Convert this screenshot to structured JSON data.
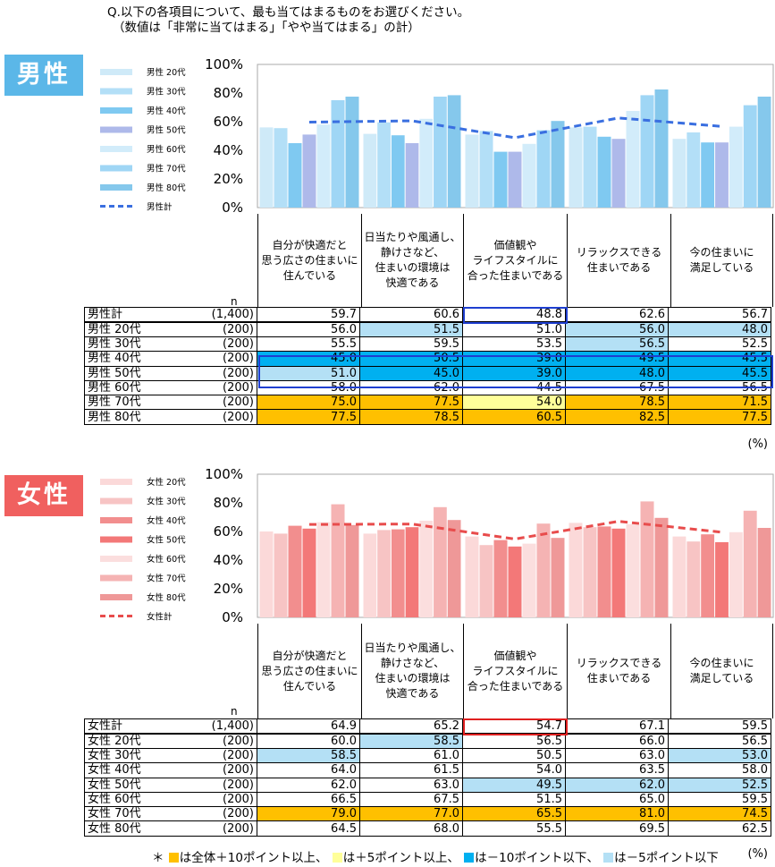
{
  "question": {
    "line1": "Q.以下の各項目について、最も当てはまるものをお選びください。",
    "line2": "（数値は「非常に当てはまる」「やや当てはまる」の計）"
  },
  "columns": [
    "自分が快適だと\n思う広さの住まいに\n住んでいる",
    "日当たりや風通し、\n静けさなど、\n住まいの環境は\n快適である",
    "価値観や\nライフスタイルに\n合った住まいである",
    "リラックスできる\n住まいである",
    "今の住まいに\n満足している"
  ],
  "n_label": "n",
  "unit": "(%)",
  "colors": {
    "highlight_plus10": "#ffc000",
    "highlight_plus5": "#ffff99",
    "highlight_minus10": "#00b0f0",
    "highlight_minus5": "#b4e0f5",
    "male_badge": "#5bb7e8",
    "female_badge": "#f0605f",
    "male_total_line": "#3a6fe0",
    "female_total_line": "#e84c4c"
  },
  "footnote": {
    "star": "＊",
    "t1": "は全体＋10ポイント以上、",
    "t2": "は＋5ポイント以上、",
    "t3": "は－10ポイント以下、",
    "t4": "は－5ポイント以下",
    "unit": "(%)"
  },
  "chart_data": [
    {
      "type": "bar",
      "panel": "男性",
      "ylim": [
        0,
        100
      ],
      "yticks": [
        "0%",
        "20%",
        "40%",
        "60%",
        "80%",
        "100%"
      ],
      "grid": false,
      "legend": "left",
      "categories": [
        "自分が快適だと思う広さの住まいに住んでいる",
        "日当たりや風通し、静けさなど、住まいの環境は快適である",
        "価値観やライフスタイルに合った住まいである",
        "リラックスできる住まいである",
        "今の住まいに満足している"
      ],
      "series": [
        {
          "name": "男性 20代",
          "color": "#cfeaf8",
          "values": [
            56.0,
            51.5,
            51.0,
            56.0,
            48.0
          ]
        },
        {
          "name": "男性 30代",
          "color": "#b3dff7",
          "values": [
            55.5,
            59.5,
            53.5,
            56.5,
            52.5
          ]
        },
        {
          "name": "男性 40代",
          "color": "#7fc9f1",
          "values": [
            45.0,
            50.5,
            39.0,
            49.5,
            45.5
          ]
        },
        {
          "name": "男性 50代",
          "color": "#aeb9ea",
          "values": [
            51.0,
            45.0,
            39.0,
            48.0,
            45.5
          ]
        },
        {
          "name": "男性 60代",
          "color": "#d2ecfa",
          "values": [
            58.0,
            62.0,
            44.5,
            67.5,
            56.5
          ]
        },
        {
          "name": "男性 70代",
          "color": "#9fd6f5",
          "values": [
            75.0,
            77.5,
            54.0,
            78.5,
            71.5
          ]
        },
        {
          "name": "男性 80代",
          "color": "#85c8ec",
          "values": [
            77.5,
            78.5,
            60.5,
            82.5,
            77.5
          ]
        }
      ],
      "total": {
        "name": "男性計",
        "color": "#3a6fe0",
        "values": [
          59.7,
          60.6,
          48.8,
          62.6,
          56.7
        ]
      },
      "table": {
        "rows": [
          {
            "label": "男性計",
            "n": "(1,400)",
            "values": [
              "59.7",
              "60.6",
              "48.8",
              "62.6",
              "56.7"
            ],
            "hl": [
              "",
              "",
              "",
              "",
              ""
            ]
          },
          {
            "label": "男性 20代",
            "n": "(200)",
            "values": [
              "56.0",
              "51.5",
              "51.0",
              "56.0",
              "48.0"
            ],
            "hl": [
              "",
              "c-lblue",
              "",
              "c-lblue",
              "c-lblue"
            ]
          },
          {
            "label": "男性 30代",
            "n": "(200)",
            "values": [
              "55.5",
              "59.5",
              "53.5",
              "56.5",
              "52.5"
            ],
            "hl": [
              "",
              "",
              "",
              "c-lblue",
              ""
            ]
          },
          {
            "label": "男性 40代",
            "n": "(200)",
            "values": [
              "45.0",
              "50.5",
              "39.0",
              "49.5",
              "45.5"
            ],
            "hl": [
              "c-blue",
              "c-blue",
              "c-blue",
              "c-blue",
              "c-blue"
            ]
          },
          {
            "label": "男性 50代",
            "n": "(200)",
            "values": [
              "51.0",
              "45.0",
              "39.0",
              "48.0",
              "45.5"
            ],
            "hl": [
              "c-lblue",
              "c-blue",
              "c-blue",
              "c-blue",
              "c-blue"
            ]
          },
          {
            "label": "男性 60代",
            "n": "(200)",
            "values": [
              "58.0",
              "62.0",
              "44.5",
              "67.5",
              "56.5"
            ],
            "hl": [
              "",
              "",
              "",
              "",
              ""
            ]
          },
          {
            "label": "男性 70代",
            "n": "(200)",
            "values": [
              "75.0",
              "77.5",
              "54.0",
              "78.5",
              "71.5"
            ],
            "hl": [
              "c-orange",
              "c-orange",
              "c-yellow",
              "c-orange",
              "c-orange"
            ]
          },
          {
            "label": "男性 80代",
            "n": "(200)",
            "values": [
              "77.5",
              "78.5",
              "60.5",
              "82.5",
              "77.5"
            ],
            "hl": [
              "c-orange",
              "c-orange",
              "c-orange",
              "c-orange",
              "c-orange"
            ]
          }
        ]
      }
    },
    {
      "type": "bar",
      "panel": "女性",
      "ylim": [
        0,
        100
      ],
      "yticks": [
        "0%",
        "20%",
        "40%",
        "60%",
        "80%",
        "100%"
      ],
      "grid": false,
      "legend": "left",
      "categories": [
        "自分が快適だと思う広さの住まいに住んでいる",
        "日当たりや風通し、静けさなど、住まいの環境は快適である",
        "価値観やライフスタイルに合った住まいである",
        "リラックスできる住まいである",
        "今の住まいに満足している"
      ],
      "series": [
        {
          "name": "女性 20代",
          "color": "#fbd9d9",
          "values": [
            60.0,
            58.5,
            56.5,
            66.0,
            56.5
          ]
        },
        {
          "name": "女性 30代",
          "color": "#f7c4c4",
          "values": [
            58.5,
            61.0,
            50.5,
            63.0,
            53.0
          ]
        },
        {
          "name": "女性 40代",
          "color": "#f28e8e",
          "values": [
            64.0,
            61.5,
            54.0,
            63.5,
            58.0
          ]
        },
        {
          "name": "女性 50代",
          "color": "#f37878",
          "values": [
            62.0,
            63.0,
            49.5,
            62.0,
            52.5
          ]
        },
        {
          "name": "女性 60代",
          "color": "#fbdede",
          "values": [
            66.5,
            67.5,
            51.5,
            65.0,
            59.5
          ]
        },
        {
          "name": "女性 70代",
          "color": "#f5b3b3",
          "values": [
            79.0,
            77.0,
            65.5,
            81.0,
            74.5
          ]
        },
        {
          "name": "女性 80代",
          "color": "#ef9898",
          "values": [
            64.5,
            68.0,
            55.5,
            69.5,
            62.5
          ]
        }
      ],
      "total": {
        "name": "女性計",
        "color": "#e84c4c",
        "values": [
          64.9,
          65.2,
          54.7,
          67.1,
          59.5
        ]
      },
      "table": {
        "rows": [
          {
            "label": "女性計",
            "n": "(1,400)",
            "values": [
              "64.9",
              "65.2",
              "54.7",
              "67.1",
              "59.5"
            ],
            "hl": [
              "",
              "",
              "",
              "",
              ""
            ]
          },
          {
            "label": "女性 20代",
            "n": "(200)",
            "values": [
              "60.0",
              "58.5",
              "56.5",
              "66.0",
              "56.5"
            ],
            "hl": [
              "",
              "c-lblue",
              "",
              "",
              ""
            ]
          },
          {
            "label": "女性 30代",
            "n": "(200)",
            "values": [
              "58.5",
              "61.0",
              "50.5",
              "63.0",
              "53.0"
            ],
            "hl": [
              "c-lblue",
              "",
              "",
              "",
              "c-lblue"
            ]
          },
          {
            "label": "女性 40代",
            "n": "(200)",
            "values": [
              "64.0",
              "61.5",
              "54.0",
              "63.5",
              "58.0"
            ],
            "hl": [
              "",
              "",
              "",
              "",
              ""
            ]
          },
          {
            "label": "女性 50代",
            "n": "(200)",
            "values": [
              "62.0",
              "63.0",
              "49.5",
              "62.0",
              "52.5"
            ],
            "hl": [
              "",
              "",
              "c-lblue",
              "c-lblue",
              "c-lblue"
            ]
          },
          {
            "label": "女性 60代",
            "n": "(200)",
            "values": [
              "66.5",
              "67.5",
              "51.5",
              "65.0",
              "59.5"
            ],
            "hl": [
              "",
              "",
              "",
              "",
              ""
            ]
          },
          {
            "label": "女性 70代",
            "n": "(200)",
            "values": [
              "79.0",
              "77.0",
              "65.5",
              "81.0",
              "74.5"
            ],
            "hl": [
              "c-orange",
              "c-orange",
              "c-orange",
              "c-orange",
              "c-orange"
            ]
          },
          {
            "label": "女性 80代",
            "n": "(200)",
            "values": [
              "64.5",
              "68.0",
              "55.5",
              "69.5",
              "62.5"
            ],
            "hl": [
              "",
              "",
              "",
              "",
              ""
            ]
          }
        ]
      }
    }
  ]
}
